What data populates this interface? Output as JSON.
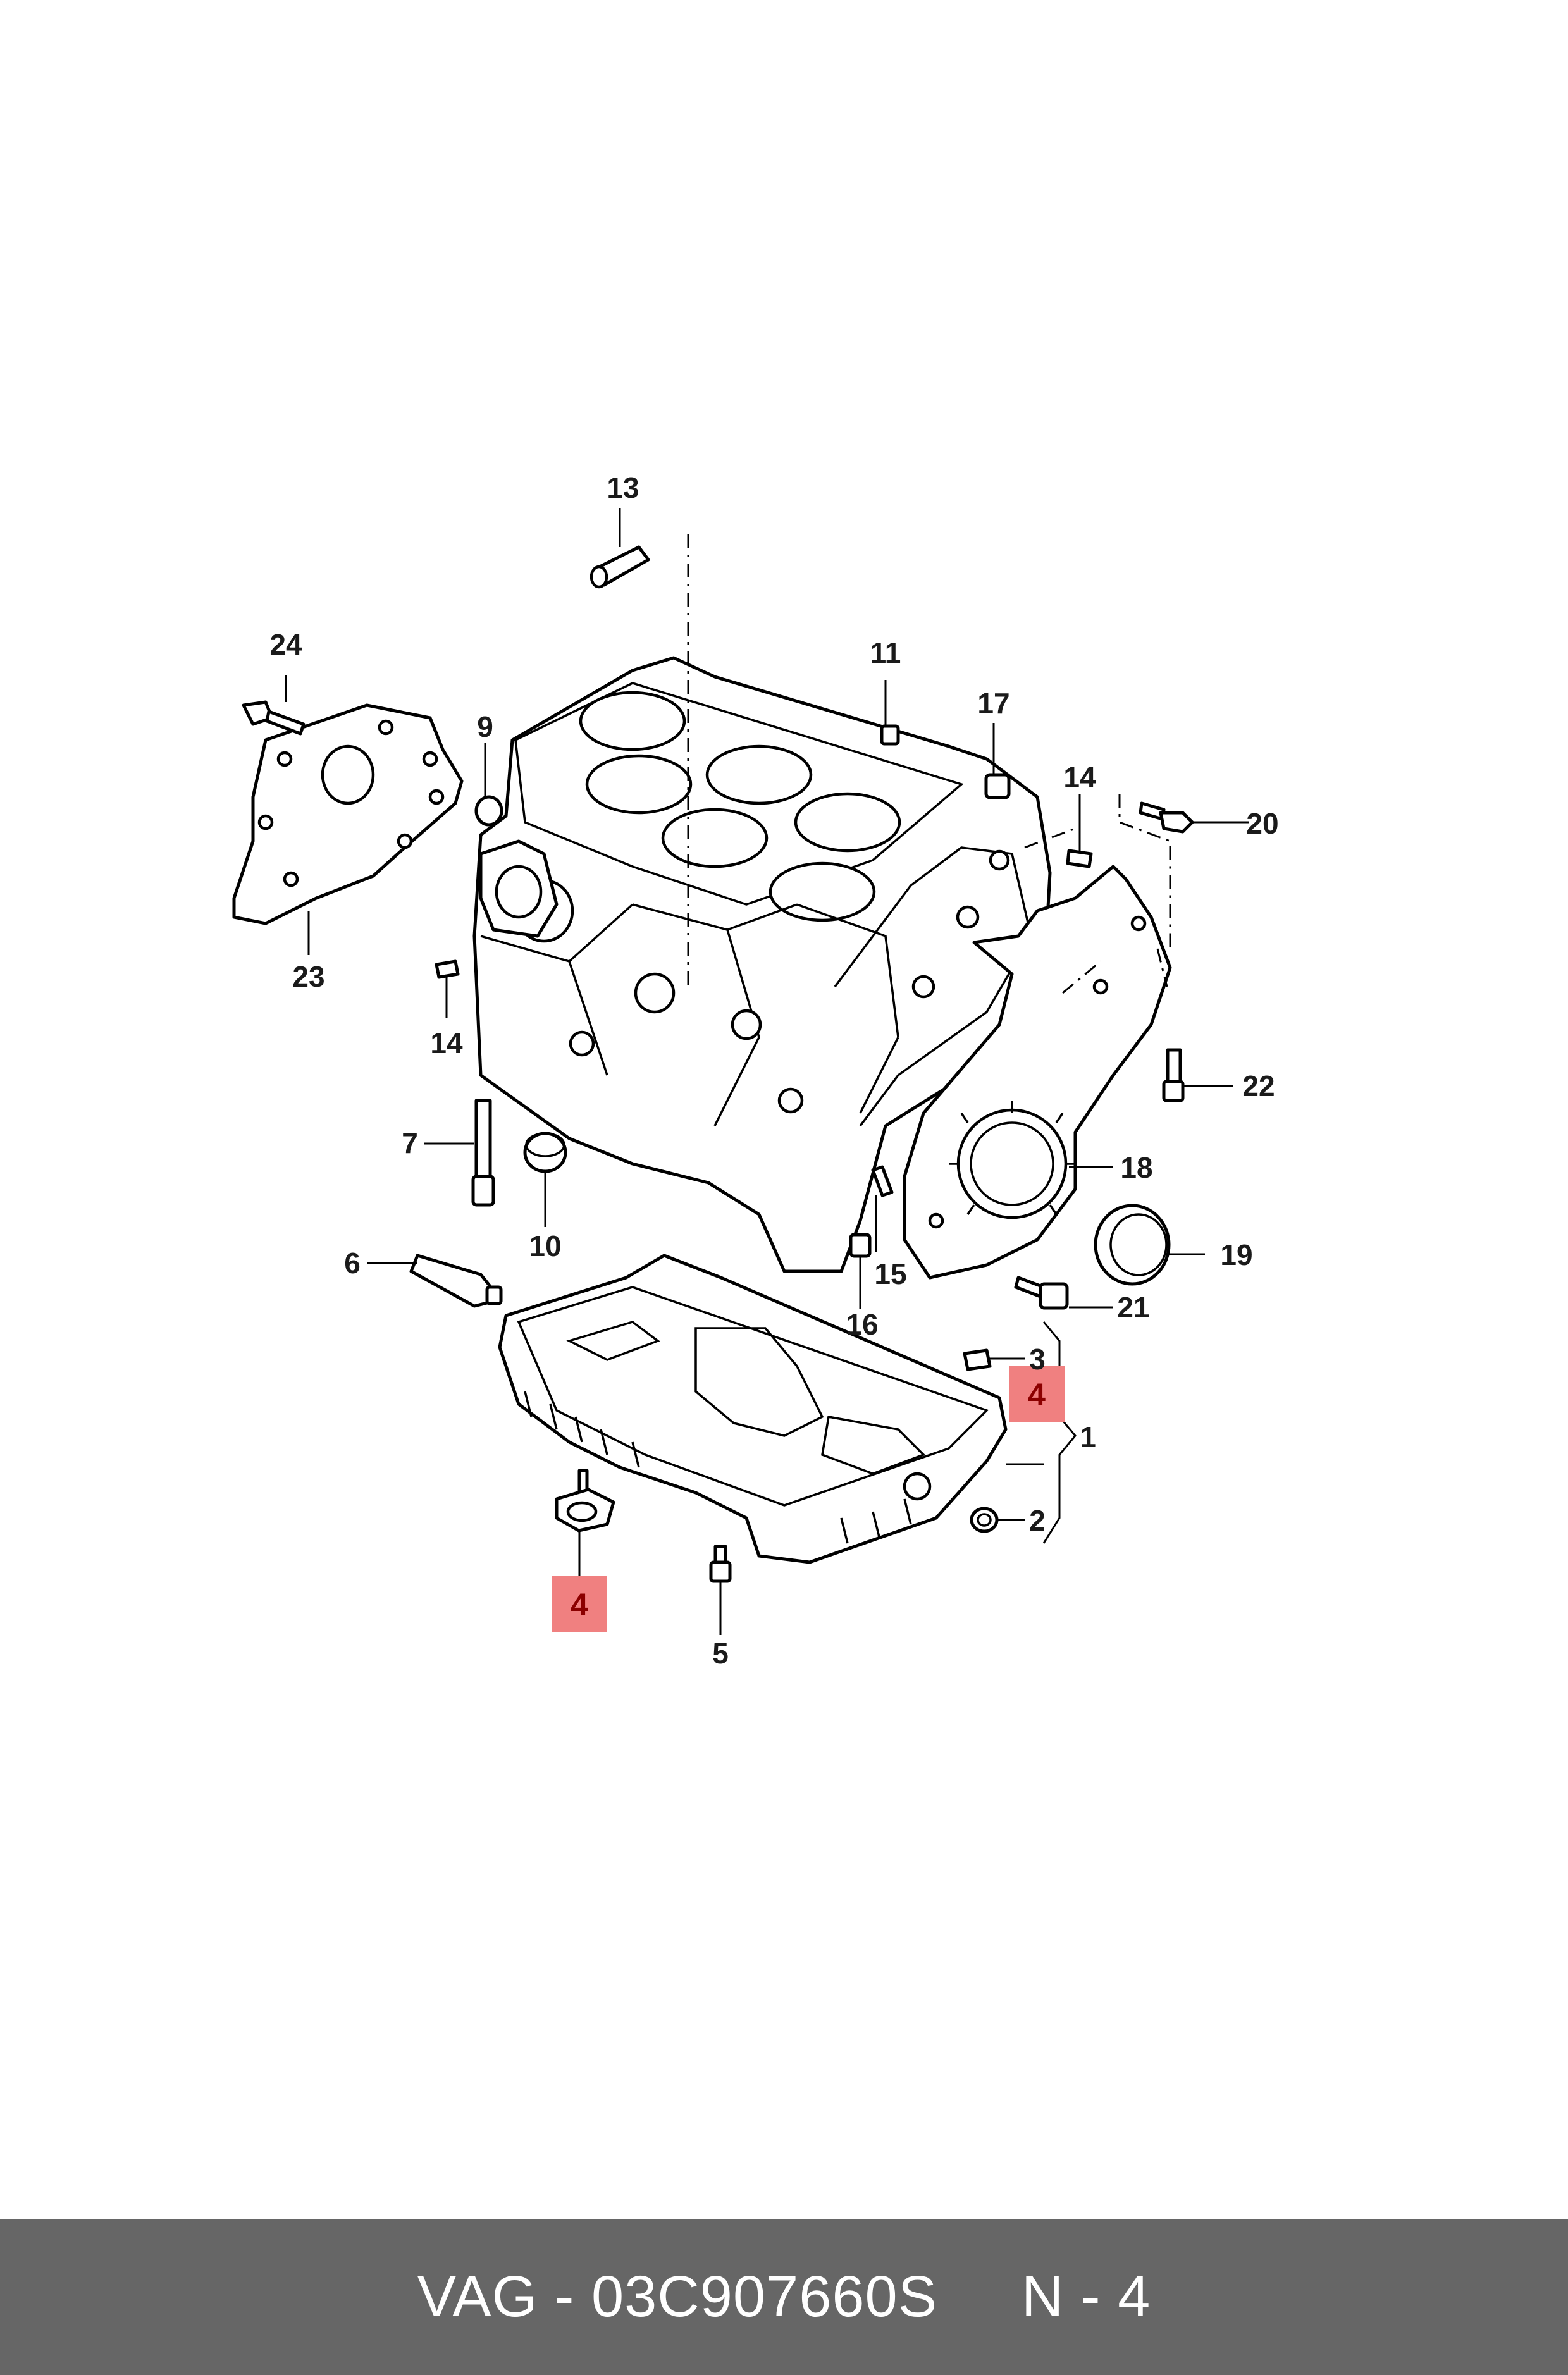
{
  "callouts": {
    "c1": "1",
    "c2": "2",
    "c3": "3",
    "c4a": "4",
    "c4b": "4",
    "c5": "5",
    "c6": "6",
    "c7": "7",
    "c9": "9",
    "c10": "10",
    "c11": "11",
    "c13": "13",
    "c14a": "14",
    "c14b": "14",
    "c15": "15",
    "c16": "16",
    "c17": "17",
    "c18": "18",
    "c19": "19",
    "c20": "20",
    "c21": "21",
    "c22": "22",
    "c23": "23",
    "c24": "24"
  },
  "highlight_color": "#f08080",
  "footer": {
    "brand": "VAG",
    "separator": " - ",
    "part_number": "03C907660S",
    "gap": "     ",
    "position_label": "N - 4"
  }
}
